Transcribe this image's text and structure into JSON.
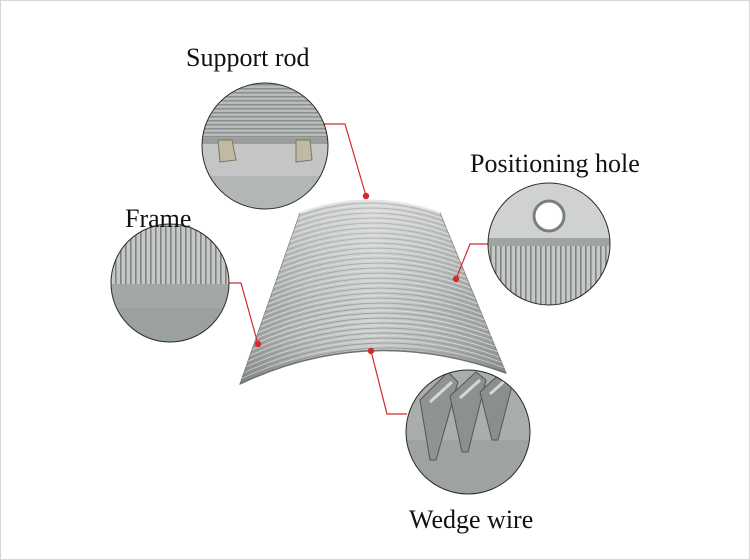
{
  "labels": {
    "support_rod": "Support rod",
    "positioning_hole": "Positioning hole",
    "frame": "Frame",
    "wedge_wire": "Wedge wire"
  },
  "colors": {
    "leader_line": "#d42a2a",
    "metal_light": "#c9ccca",
    "metal_mid": "#a6aaa8",
    "metal_dark": "#7d8280",
    "circle_border": "#2a2a2a",
    "label_text": "#111111"
  }
}
